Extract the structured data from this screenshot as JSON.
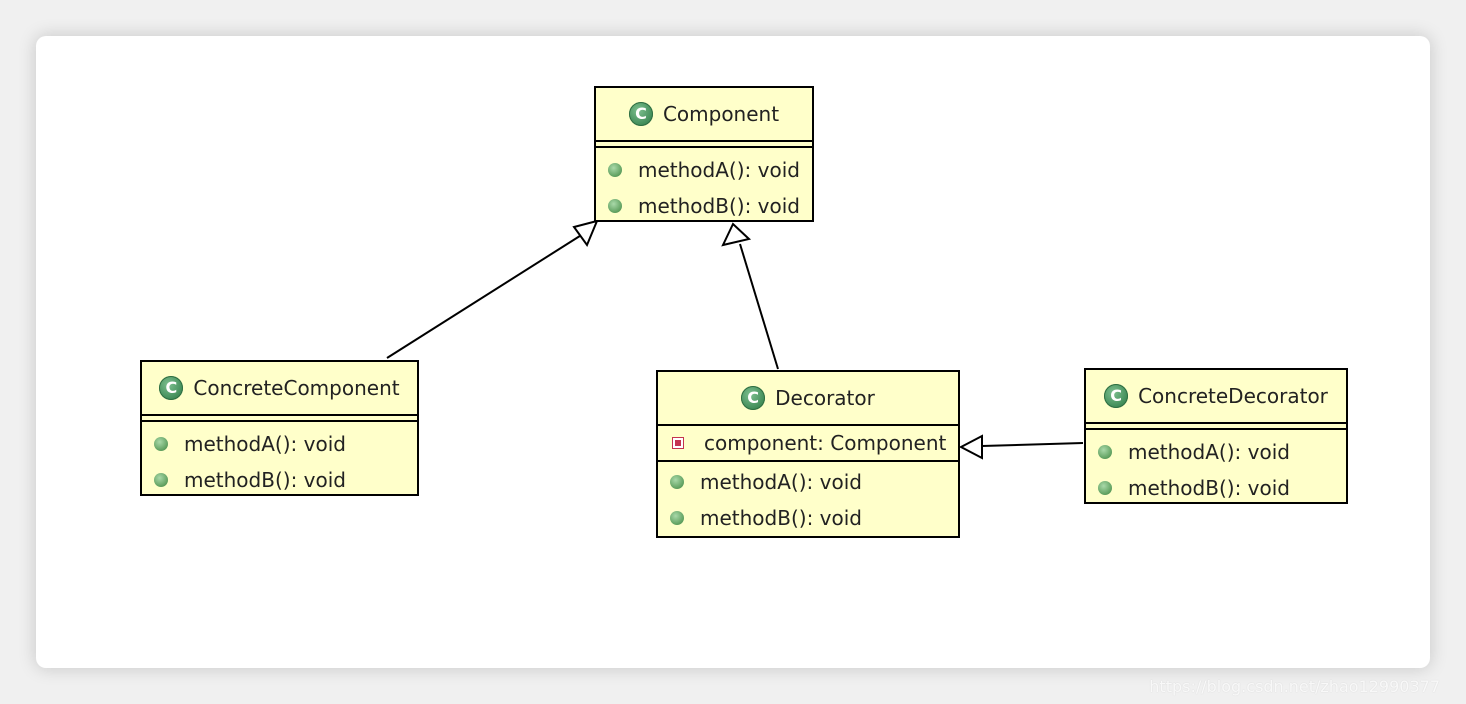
{
  "classes": {
    "component": {
      "name": "Component",
      "icon": "class-icon",
      "methods": [
        "methodA(): void",
        "methodB(): void"
      ]
    },
    "concrete_component": {
      "name": "ConcreteComponent",
      "icon": "class-icon",
      "methods": [
        "methodA(): void",
        "methodB(): void"
      ]
    },
    "decorator": {
      "name": "Decorator",
      "icon": "class-icon",
      "fields": [
        "component: Component"
      ],
      "methods": [
        "methodA(): void",
        "methodB(): void"
      ]
    },
    "concrete_decorator": {
      "name": "ConcreteDecorator",
      "icon": "class-icon",
      "methods": [
        "methodA(): void",
        "methodB(): void"
      ]
    }
  },
  "relations": [
    {
      "from": "ConcreteComponent",
      "to": "Component",
      "type": "inheritance"
    },
    {
      "from": "Decorator",
      "to": "Component",
      "type": "inheritance"
    },
    {
      "from": "ConcreteDecorator",
      "to": "Decorator",
      "type": "inheritance"
    }
  ],
  "watermark": "https://blog.csdn.net/zhao12990377",
  "colors": {
    "class_fill": "#ffffca",
    "class_icon": "#3f8b57",
    "public_method": "#5e9f5e",
    "private_field": "#c4344f"
  }
}
